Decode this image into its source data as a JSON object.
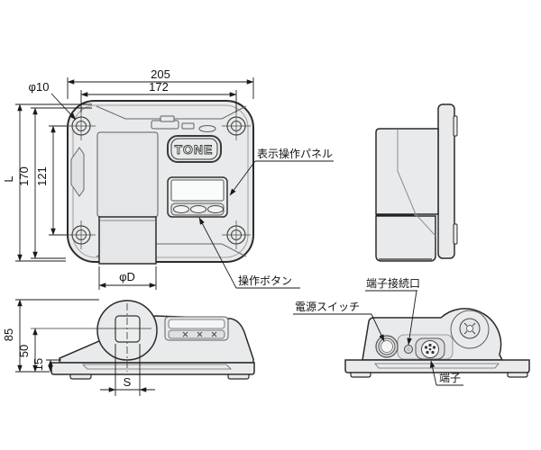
{
  "drawing": {
    "brand_logo": "TONE",
    "dims": {
      "width_outer": "205",
      "hole_span_horizontal": "172",
      "hole_diameter": "φ10",
      "length_overall": "L",
      "height_outer": "170",
      "hole_span_vertical": "121",
      "boss_diameter": "φD",
      "side_height": "85",
      "center_height": "50",
      "base_height": "15",
      "square_drive": "S"
    },
    "labels": {
      "display_panel": "表示操作パネル",
      "operation_buttons": "操作ボタン",
      "power_switch": "電源スイッチ",
      "terminal_port": "端子接続口",
      "terminal": "端子"
    },
    "colors": {
      "background": "#ffffff",
      "body_fill": "#e9eaeb",
      "recess_fill": "#e0e2e4",
      "screen_fill": "#fafbfb",
      "outline": "#2b2b2b",
      "detail_line": "#64686c",
      "dimension_line": "#1a1a1a"
    }
  }
}
